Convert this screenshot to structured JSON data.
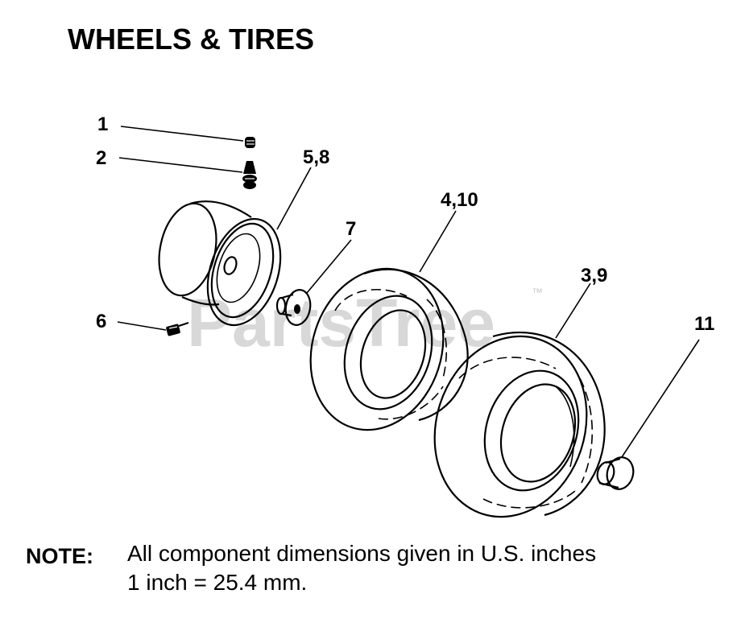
{
  "title": "WHEELS & TIRES",
  "callouts": {
    "c1": "1",
    "c2": "2",
    "c58": "5,8",
    "c7": "7",
    "c410": "4,10",
    "c39": "3,9",
    "c6": "6",
    "c11": "11"
  },
  "watermark": {
    "text": "PartsTree",
    "trademark": "™"
  },
  "note": {
    "label": "NOTE:",
    "line1": "All component dimensions given in U.S. inches",
    "line2": "1 inch = 25.4 mm."
  }
}
